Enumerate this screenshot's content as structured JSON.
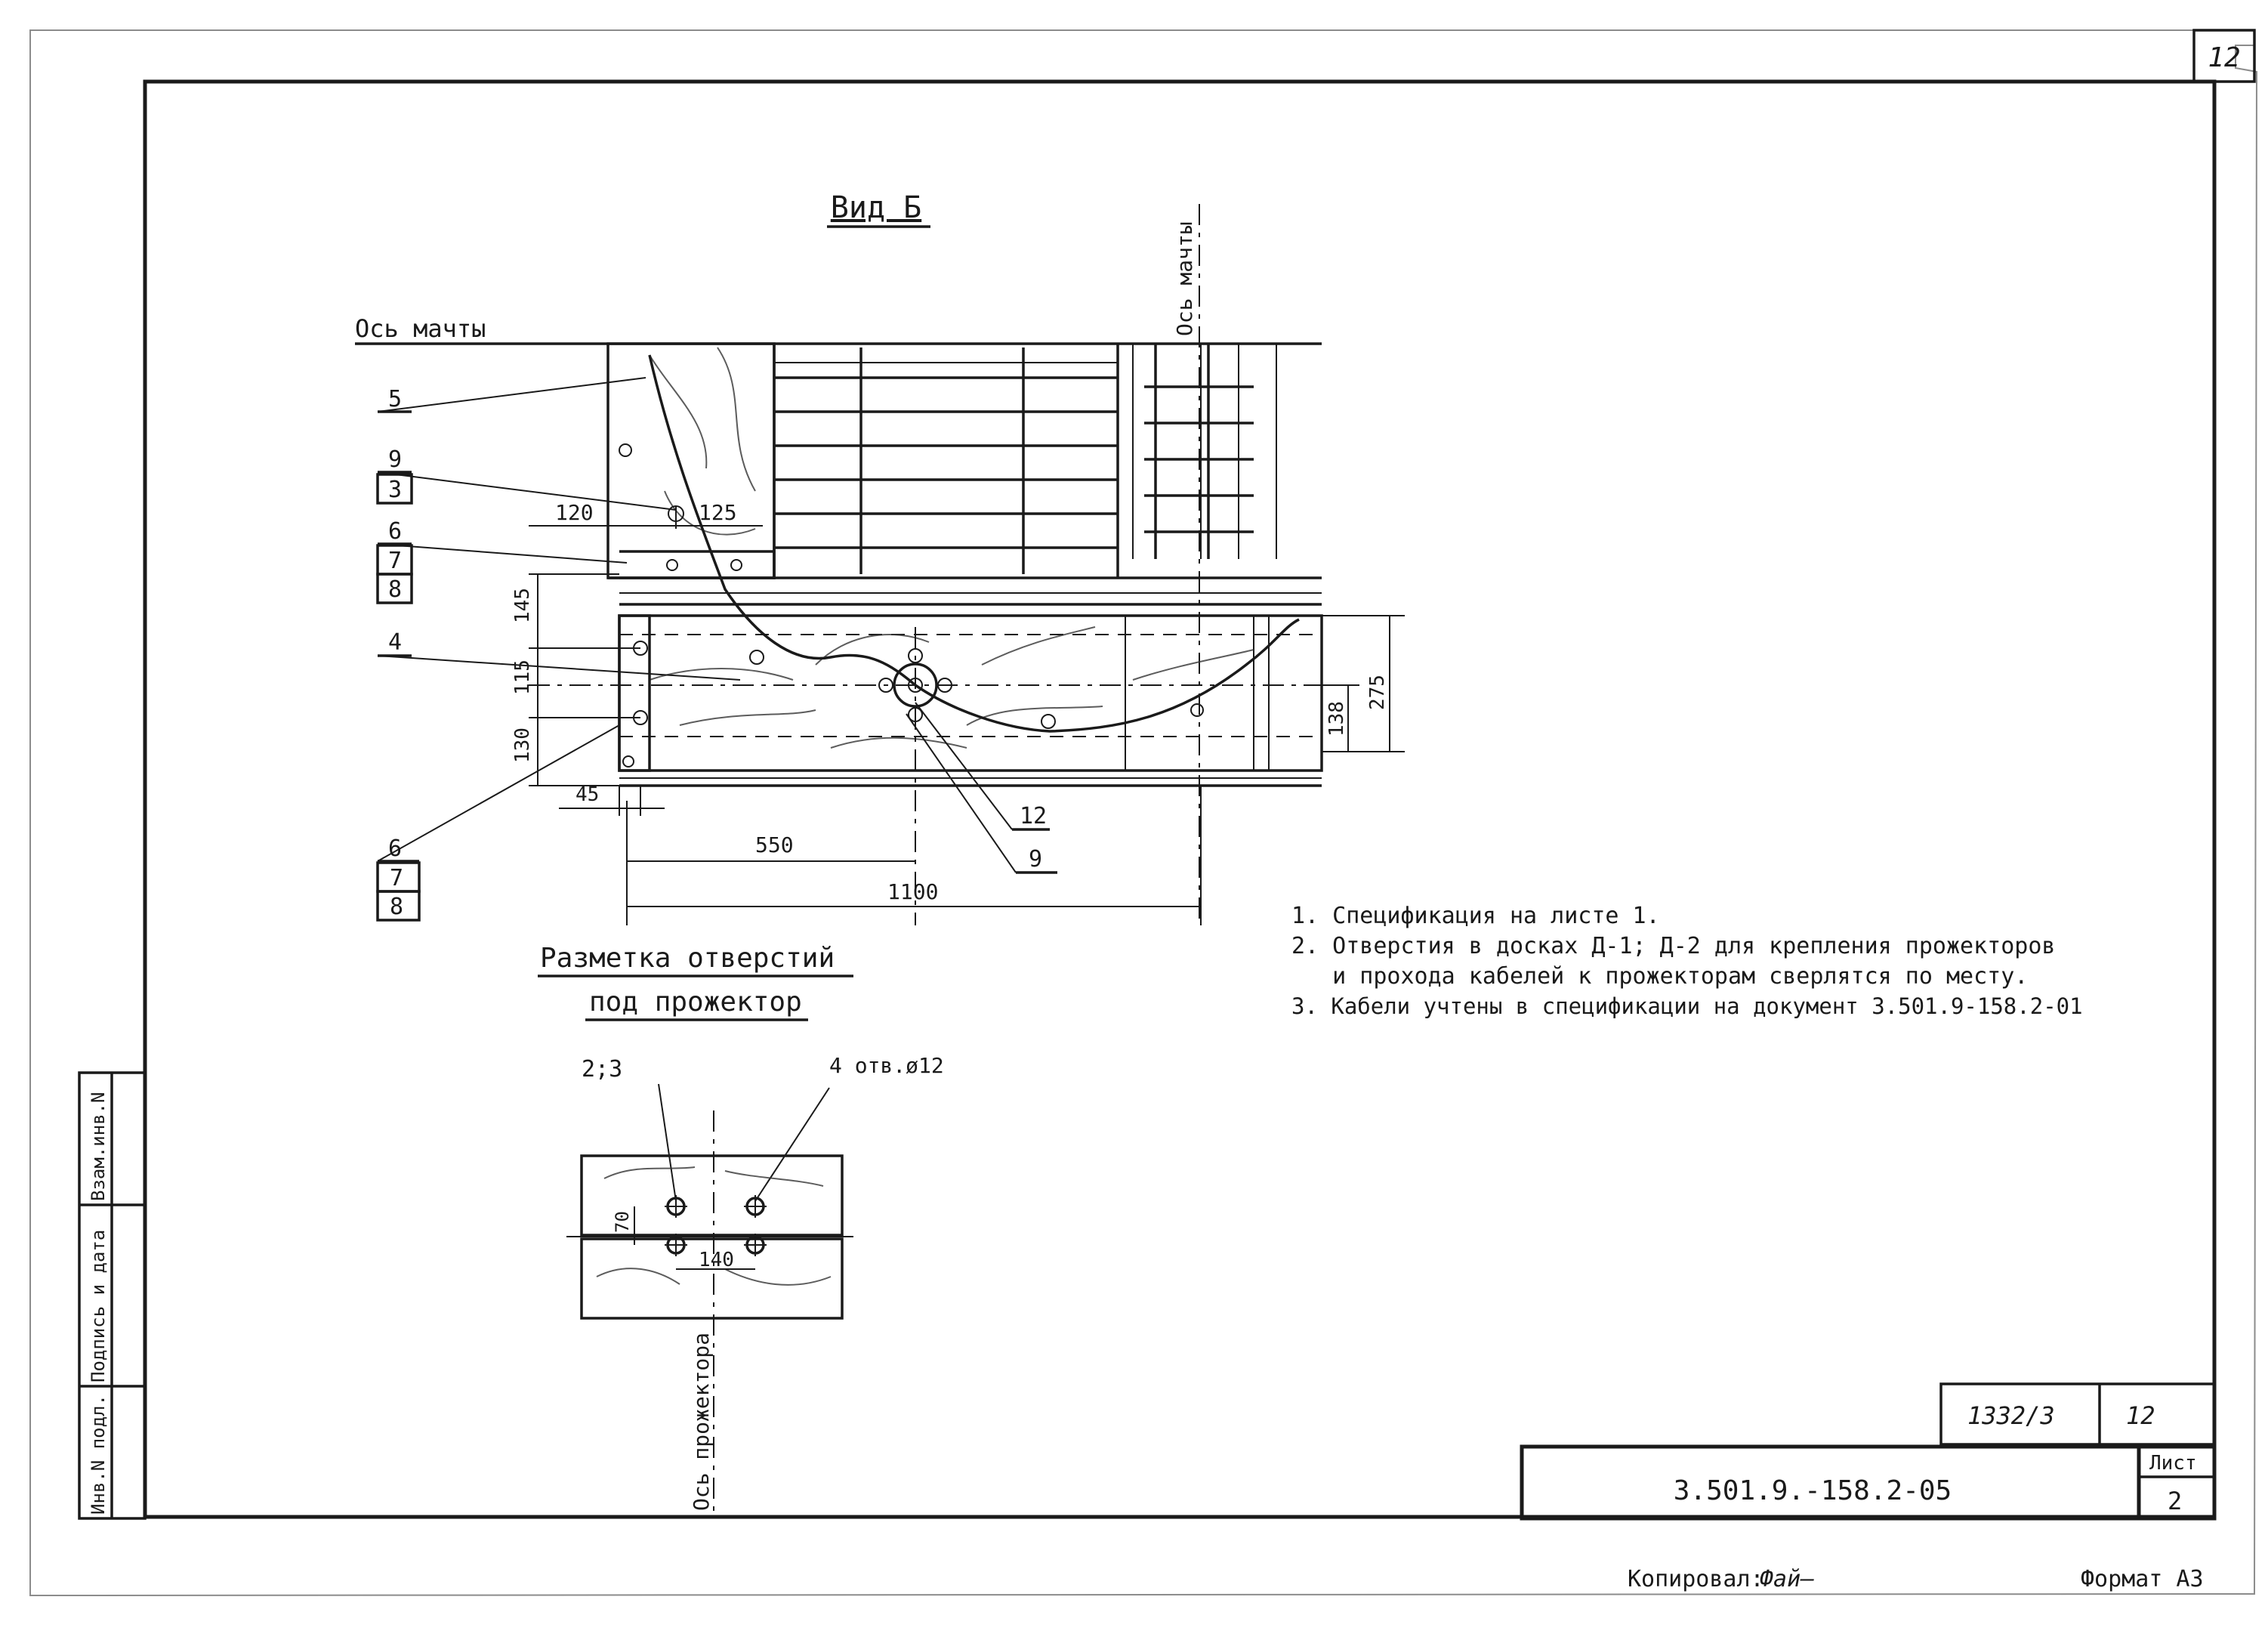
{
  "sheet_corner_number": "12",
  "view_title": "Вид Б",
  "mast_axis_label": "Ось мачты",
  "mast_axis_label_vertical": "Ось мачты",
  "callouts": {
    "c5": "5",
    "c9a": "9",
    "c3": "3",
    "c6a": "6",
    "c7a": "7",
    "c8a": "8",
    "c4": "4",
    "c12": "12",
    "c9b": "9",
    "c6b": "6",
    "c7b": "7",
    "c8b": "8"
  },
  "dimensions": {
    "d120": "120",
    "d125": "125",
    "d145": "145",
    "d115": "115",
    "d130": "130",
    "d45": "45",
    "d550": "550",
    "d1100": "1100",
    "d275": "275",
    "d138": "138"
  },
  "marking": {
    "title_line1": "Разметка отверстий",
    "title_line2": "под прожектор",
    "label_23": "2;3",
    "label_holes": "4 отв.ø12",
    "dim_70": "70",
    "dim_140": "140",
    "axis_label": "Ось прожектора"
  },
  "notes": [
    "1. Спецификация на листе 1.",
    "2. Отверстия в досках Д-1; Д-2 для крепления прожекторов",
    "   и прохода кабелей к прожекторам сверлятся по месту.",
    "3. Кабели учтены в спецификации на документ 3.501.9-158.2-01"
  ],
  "side_stamp": [
    "Инв.N подл.",
    "Подпись и дата",
    "Взам.инв.N"
  ],
  "title_block": {
    "archive_number": "1332/3",
    "archive_sheet": "12",
    "doc_code": "3.501.9.-158.2-05",
    "sheet_label": "Лист",
    "sheet_number": "2"
  },
  "footer": {
    "copied_label": "Копировал:",
    "copied_signature": "Фай—",
    "format_label": "Формат А3"
  }
}
